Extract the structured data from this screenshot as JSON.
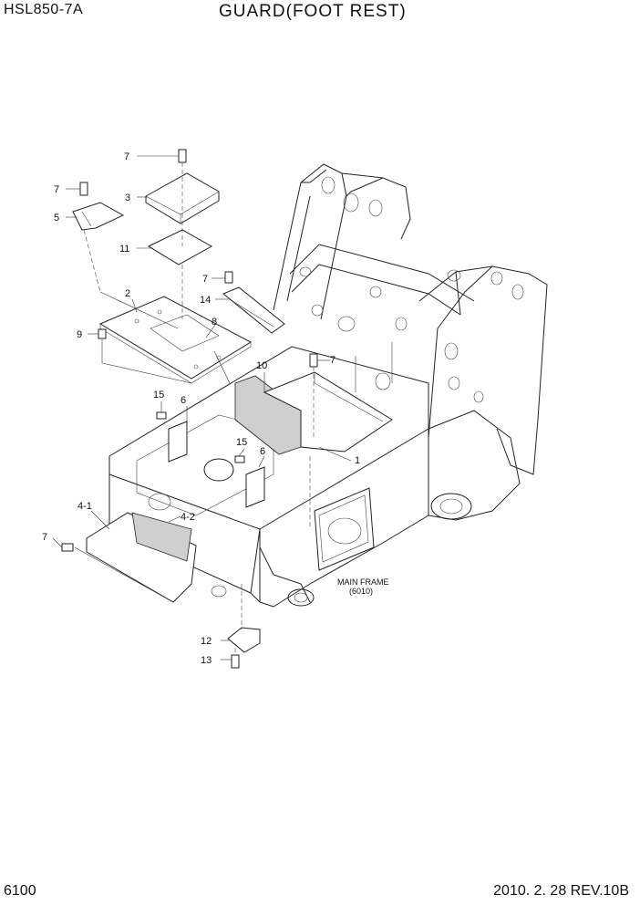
{
  "header": {
    "model": "HSL850-7A",
    "title": "GUARD(FOOT REST)"
  },
  "footer": {
    "page_number": "6100",
    "revision": "2010. 2. 28 REV.10B"
  },
  "frame_label": {
    "line1": "MAIN FRAME",
    "line2": "(6010)"
  },
  "callouts": {
    "c7_top": "7",
    "c3": "3",
    "c7_left": "7",
    "c5": "5",
    "c11": "11",
    "c7_mid": "7",
    "c14": "14",
    "c2": "2",
    "c8": "8",
    "c9": "9",
    "c10": "10",
    "c7_right": "7",
    "c15_left": "15",
    "c6_left": "6",
    "c15_right": "15",
    "c6_right": "6",
    "c1": "1",
    "c4_1": "4-1",
    "c4_2": "4-2",
    "c7_bottom": "7",
    "c12": "12",
    "c13": "13"
  }
}
